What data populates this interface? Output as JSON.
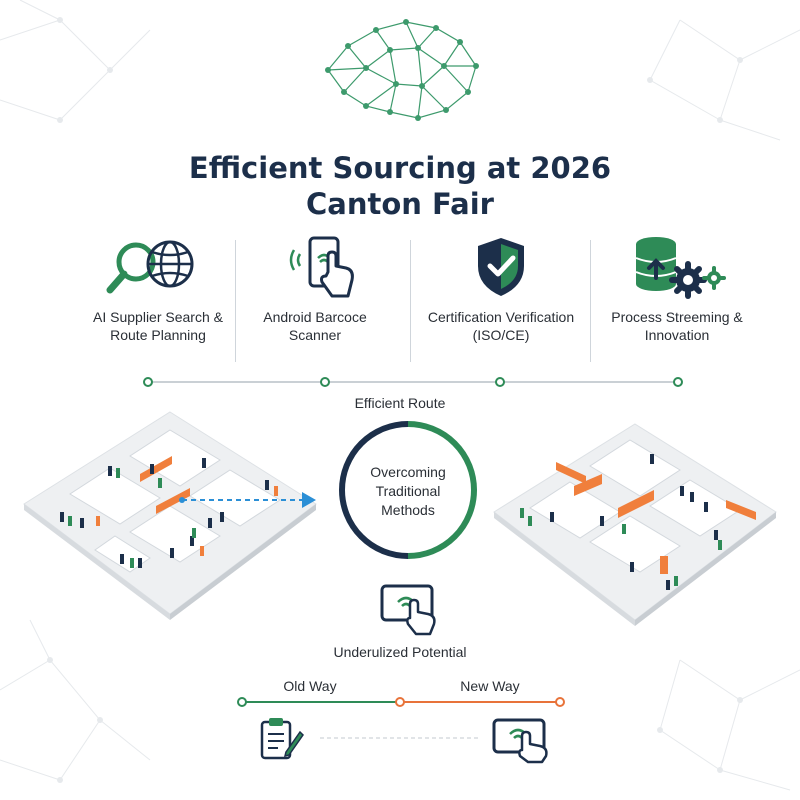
{
  "title": {
    "line1": "Efficient Sourcing at 2026",
    "line2": "Canton Fair"
  },
  "features": [
    {
      "label": "AI Supplier Search & Route Planning",
      "icon": "magnifier-globe-icon"
    },
    {
      "label": "Android Barcoce Scanner",
      "icon": "phone-scan-icon"
    },
    {
      "label": "Certification Verification (ISO/CE)",
      "icon": "shield-check-icon"
    },
    {
      "label": "Process Streeming & Innovation",
      "icon": "database-gears-icon"
    }
  ],
  "center": {
    "top_label": "Efficient Route",
    "circle_text": "Overcoming Traditional Methods",
    "bottom_label": "Underulized Potential"
  },
  "comparison": {
    "old_label": "Old Way",
    "new_label": "New Way"
  },
  "colors": {
    "navy": "#1c2f4a",
    "green": "#2e8b57",
    "orange": "#e8733a",
    "blue": "#2b8fd6"
  }
}
